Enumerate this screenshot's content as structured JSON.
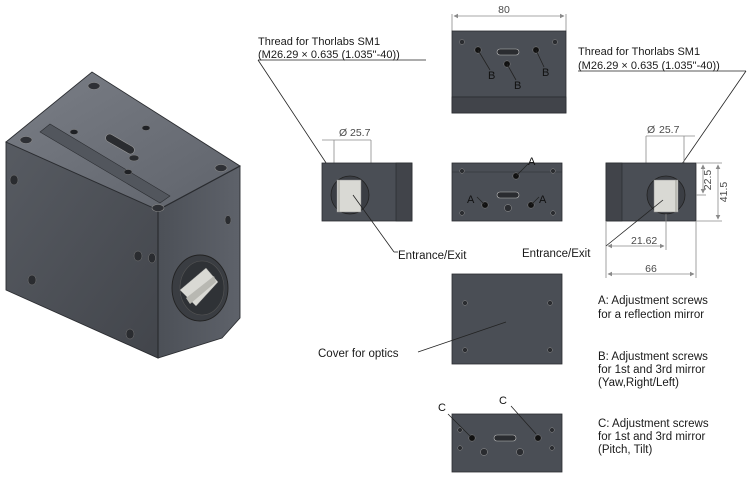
{
  "colors": {
    "body": "#4a4e55",
    "body_dark": "#3a3d43",
    "body_light": "#5c6068",
    "iso_top": "#6a6e76",
    "iso_front": "#4e5259",
    "iso_side": "#565a61",
    "bore_highlight": "#d9d9d4"
  },
  "dims": {
    "top_width": "80",
    "dia_left": "25.7",
    "dia_right": "25.7",
    "height_center": "22.5",
    "height_total": "41.5",
    "offset_horizontal": "21.62",
    "width_right": "66"
  },
  "labels": {
    "thread_left_line1": "Thread for Thorlabs SM1",
    "thread_left_line2": "(M26.29 × 0.635 (1.035\"-40))",
    "thread_right_line1": "Thread for Thorlabs SM1",
    "thread_right_line2": "(M26.29 × 0.635 (1.035\"-40))",
    "entrance_left": "Entrance/Exit",
    "entrance_right": "Entrance/Exit",
    "cover": "Cover for optics",
    "mark_a": "A",
    "mark_b": "B",
    "mark_c": "C"
  },
  "legend": {
    "a_line1": "A: Adjustment screws",
    "a_line2": "for a reflection mirror",
    "b_line1": "B: Adjustment screws",
    "b_line2": "for 1st and 3rd mirror",
    "b_line3": "(Yaw,Right/Left)",
    "c_line1": "C: Adjustment screws",
    "c_line2": "for 1st and 3rd mirror",
    "c_line3": "(Pitch, Tilt)"
  },
  "symbols": {
    "diameter": "Ø"
  }
}
